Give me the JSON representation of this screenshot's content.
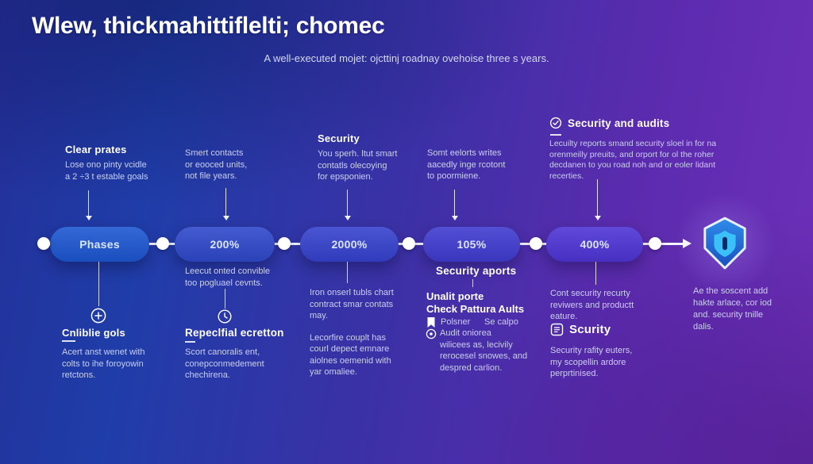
{
  "title": "Wlew, thickmahittiflelti; chomec",
  "subtitle": "A well-executed mojet: ojcttinj roadnay ovehoise three s years.",
  "colors": {
    "background_left": "#1f3da8",
    "background_right": "#6f30ba",
    "connector_white": "#ffffff",
    "body_text": "#c9cfee",
    "shield_outer_top": "#2f8ce8",
    "shield_outer_bottom": "#1a4fc0",
    "shield_inner": "#3cc0f8",
    "shield_slot": "#0b2a66"
  },
  "icons": {
    "audits_heading": "check-circle-icon",
    "goals": "plus-circle-icon",
    "execution": "clock-circle-icon",
    "report_item": "bookmark-icon",
    "audit_item": "target-circle-icon",
    "security_heading": "grid-square-icon",
    "endpoint": "shield-icon"
  },
  "timeline": {
    "nodes": [
      {
        "label": "Phases",
        "color": "#1d57d2"
      },
      {
        "label": "200%",
        "color": "#2f49cb"
      },
      {
        "label": "2000%",
        "color": "#3642cf"
      },
      {
        "label": "105%",
        "color": "#403cd1"
      },
      {
        "label": "400%",
        "color": "#4e35d6"
      }
    ]
  },
  "above": [
    {
      "heading": "Clear prates",
      "body": "Lose ono pinty vcidle\na 2 ÷3 t estable goals"
    },
    {
      "heading": "",
      "body": "Smert contacts\nor eooced units,\nnot file years."
    },
    {
      "heading": "Security",
      "body": "You sperh. ltut smart\ncontatls olecoying\nfor epsponien."
    },
    {
      "heading": "",
      "body": "Somt eelorts writes\naacedly inge rcotont\nto poormiene."
    },
    {
      "heading": "Security and audits",
      "body": "Lecuilty reports smand security sloel in for na\norenmeilly preuits, and orport for ol the roher\ndecdanen to you road noh and or eoler lidant\nrecerties."
    }
  ],
  "below": {
    "col1": {
      "heading": "Cnliblie gols",
      "body": "Acert anst wenet with\ncolts to ihe foroyowin\nretctons."
    },
    "col2": {
      "lead": "Leecut onted convible\ntoo pogluael cevnts.",
      "heading": "Repeclfial ecretton",
      "body": "Scort canoralis ent,\nconepconmedement\nchechirena."
    },
    "col3": {
      "body1": "Iron onserl tubls chart\ncontract smar contats\nmay.",
      "body2": "Lecorfire couplt has\ncourl depect emnare\naiolnes oemenid with\nyar omaliee."
    },
    "col4": {
      "heading": "Security aports",
      "subheading": "Unalit porte\nCheck Pattura Aults",
      "item1": "Polsner",
      "item2": "Se calpo",
      "audit": "Audit oniorea\nwilicees as, lecivily\nrerocesel snowes, and\ndespred carlion."
    },
    "col5": {
      "lead": "Cont security recurty\nreviwers and productt\neature.",
      "heading": "Scurity",
      "body": "Security rafity euters,\nmy scopellin ardore\nperprtinised."
    },
    "col6": {
      "body": "Ae the soscent add\nhakte arlace, cor iod\nand. security tnille\ndalis."
    }
  }
}
